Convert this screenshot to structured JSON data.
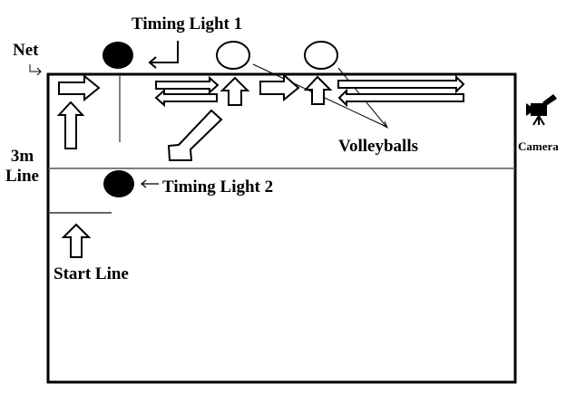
{
  "labels": {
    "net": "Net",
    "timing_light_1": "Timing Light 1",
    "three_m_line_1": "3m",
    "three_m_line_2": "Line",
    "timing_light_2": "Timing Light 2",
    "start_line": "Start Line",
    "volleyballs": "Volleyballs",
    "camera": "Camera"
  },
  "icons": {
    "camera": "video-camera-icon",
    "timing_light": "filled-circle",
    "volleyball": "hollow-ellipse"
  },
  "colors": {
    "stroke": "#000000",
    "background": "#ffffff"
  }
}
